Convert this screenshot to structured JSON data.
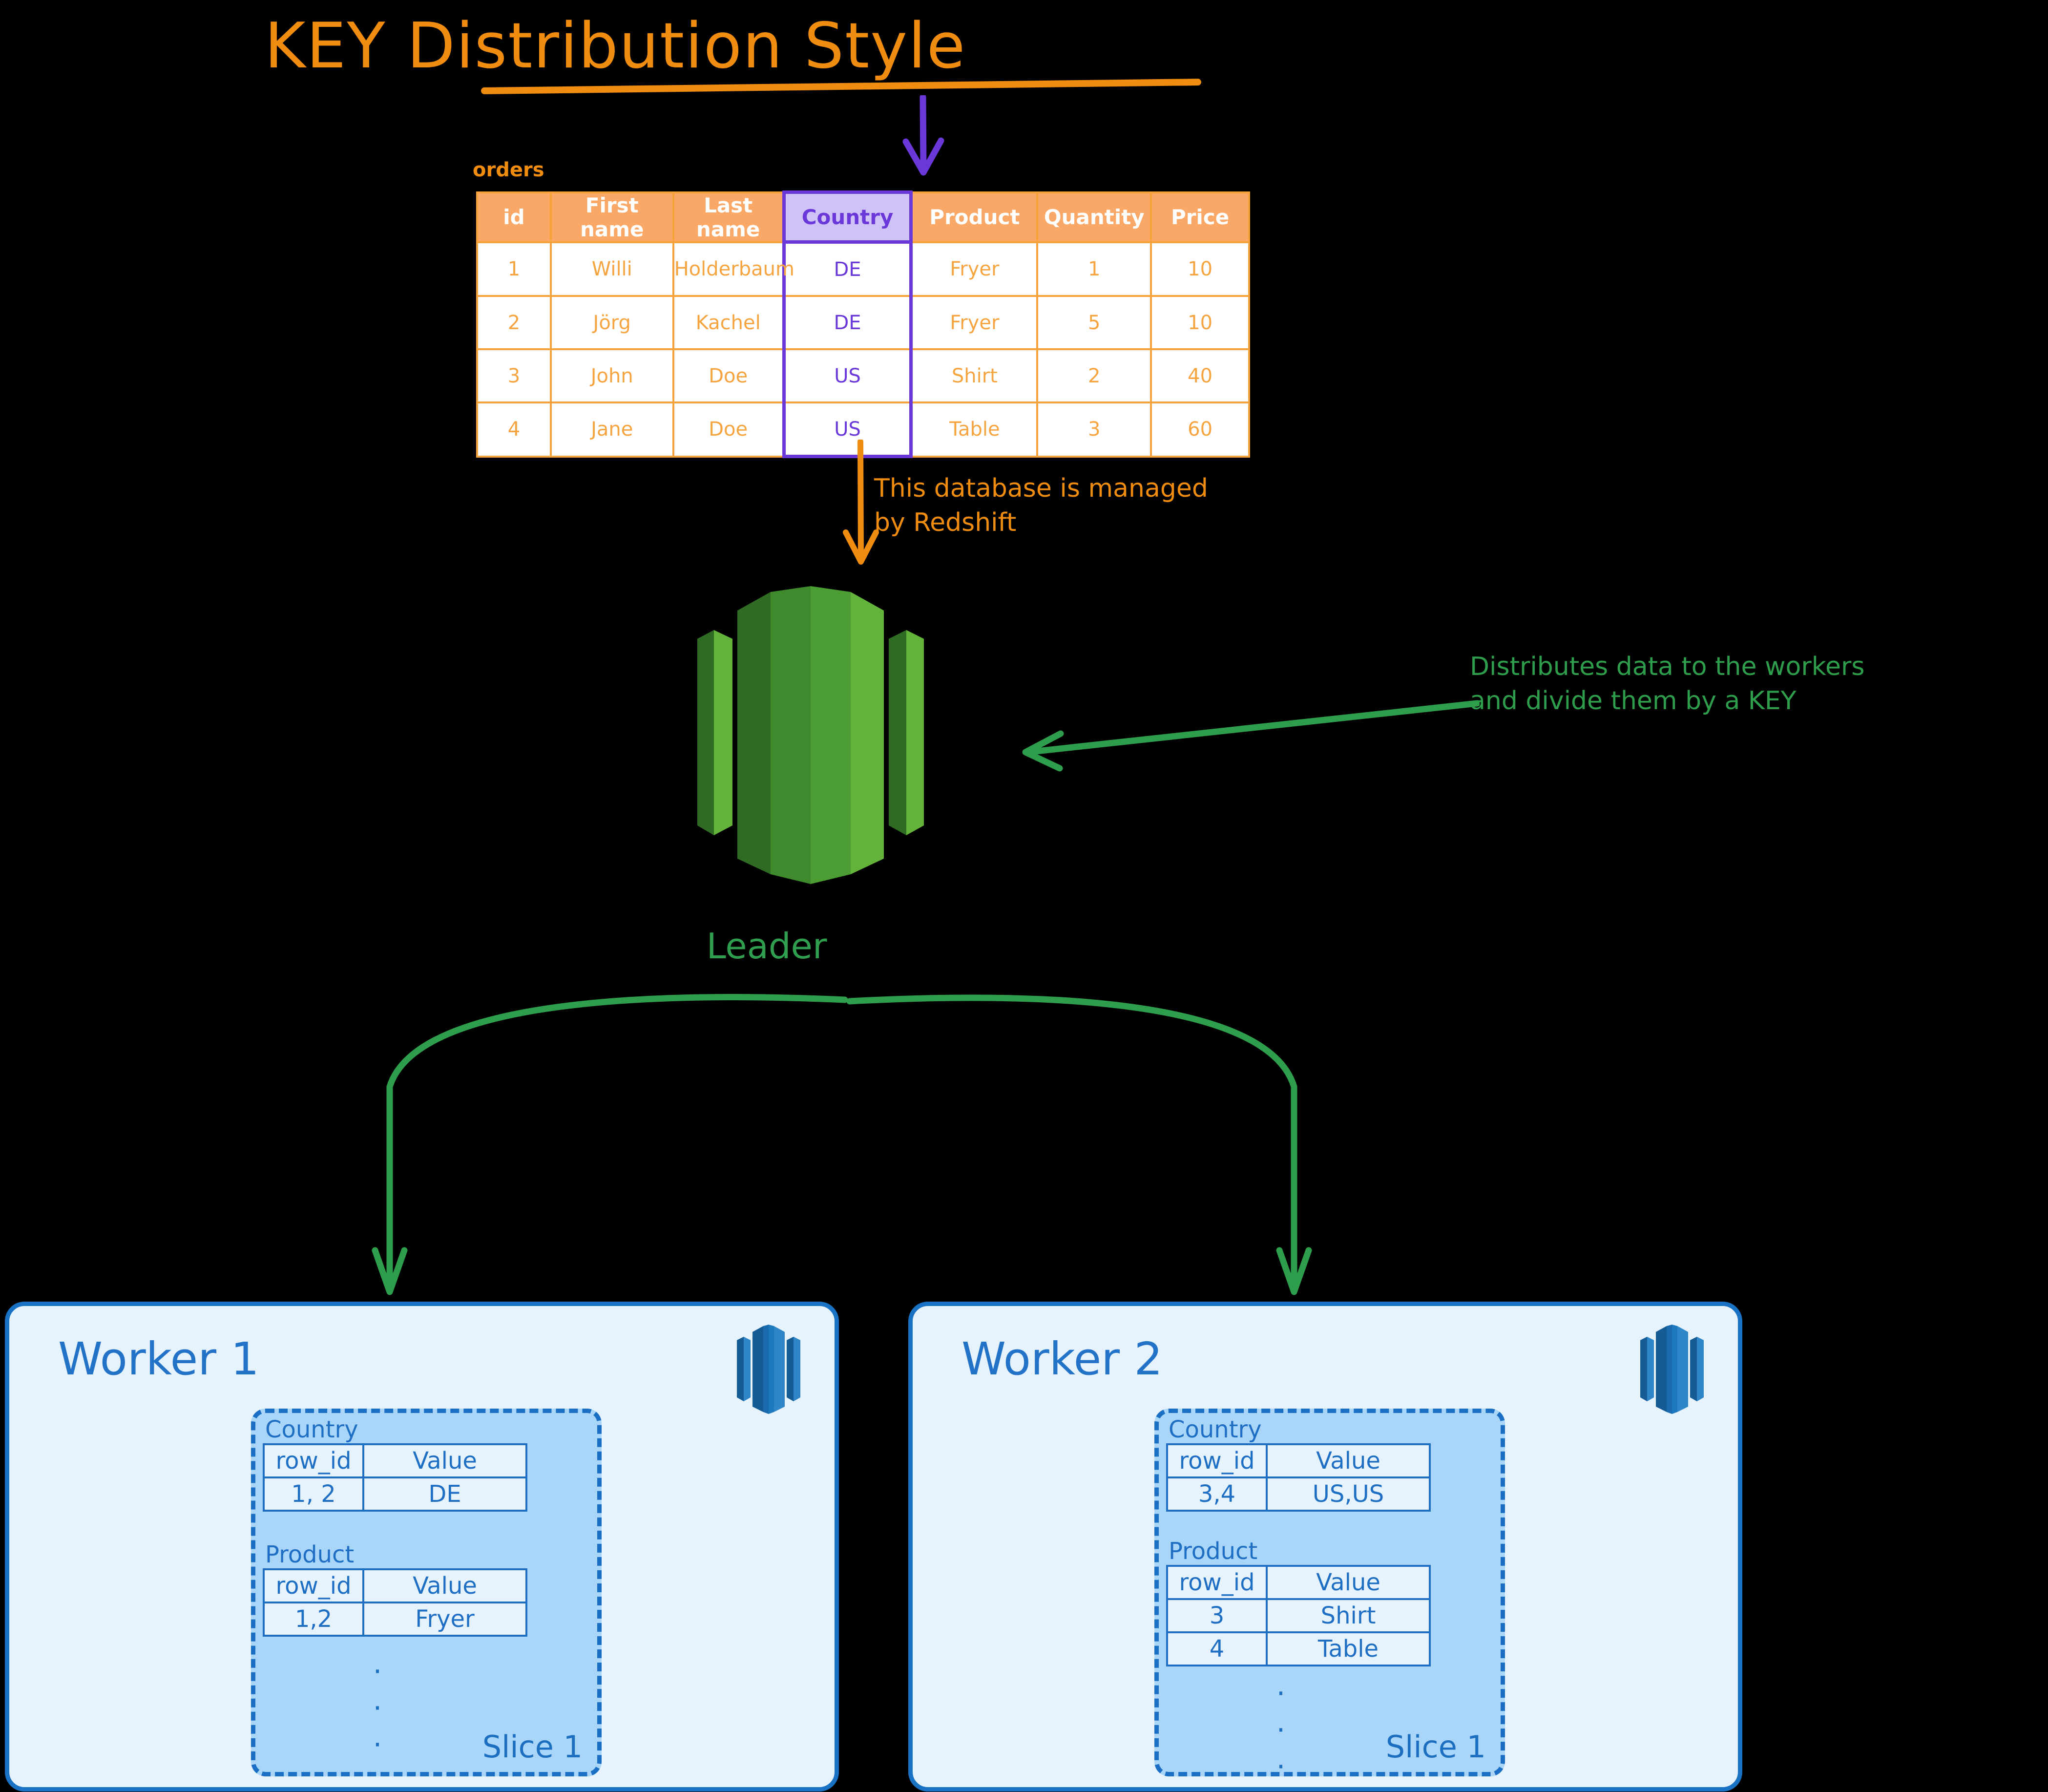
{
  "title": {
    "text": "KEY Distribution Style"
  },
  "source_table": {
    "name": "orders",
    "key_column": "Country",
    "columns": [
      "id",
      "First name",
      "Last name",
      "Country",
      "Product",
      "Quantity",
      "Price"
    ],
    "rows": [
      [
        "1",
        "Willi",
        "Holderbaum",
        "DE",
        "Fryer",
        "1",
        "10"
      ],
      [
        "2",
        "Jörg",
        "Kachel",
        "DE",
        "Fryer",
        "5",
        "10"
      ],
      [
        "3",
        "John",
        "Doe",
        "US",
        "Shirt",
        "2",
        "40"
      ],
      [
        "4",
        "Jane",
        "Doe",
        "US",
        "Table",
        "3",
        "60"
      ]
    ]
  },
  "annotations": {
    "redshift_note_line1": "This database is managed",
    "redshift_note_line2": "by Redshift",
    "distribute_note_line1": "Distributes data to the workers",
    "distribute_note_line2": "and divide them by a KEY"
  },
  "leader": {
    "label": "Leader",
    "icon": "redshift-green-icon"
  },
  "workers": [
    {
      "title": "Worker 1",
      "icon": "redshift-blue-icon",
      "slice_label": "Slice 1",
      "blocks": [
        {
          "column": "Country",
          "headers": [
            "row_id",
            "Value"
          ],
          "rows": [
            [
              "1, 2",
              "DE"
            ]
          ]
        },
        {
          "column": "Product",
          "headers": [
            "row_id",
            "Value"
          ],
          "rows": [
            [
              "1,2",
              "Fryer"
            ]
          ]
        }
      ],
      "ellipsis": "·"
    },
    {
      "title": "Worker 2",
      "icon": "redshift-blue-icon",
      "slice_label": "Slice 1",
      "blocks": [
        {
          "column": "Country",
          "headers": [
            "row_id",
            "Value"
          ],
          "rows": [
            [
              "3,4",
              "US,US"
            ]
          ]
        },
        {
          "column": "Product",
          "headers": [
            "row_id",
            "Value"
          ],
          "rows": [
            [
              "3",
              "Shirt"
            ],
            [
              "4",
              "Table"
            ]
          ]
        }
      ],
      "ellipsis": "·"
    }
  ],
  "colors": {
    "orange": "#F08C10",
    "table_header": "#F9A867",
    "table_border": "#F7A23B",
    "purple": "#6A38D9",
    "purple_fill": "#CFC2F7",
    "green": "#2E9E4C",
    "blue": "#1A72C4",
    "worker_fill": "#E6F3FD",
    "slice_fill": "#A8D5F8",
    "background": "#000000"
  }
}
